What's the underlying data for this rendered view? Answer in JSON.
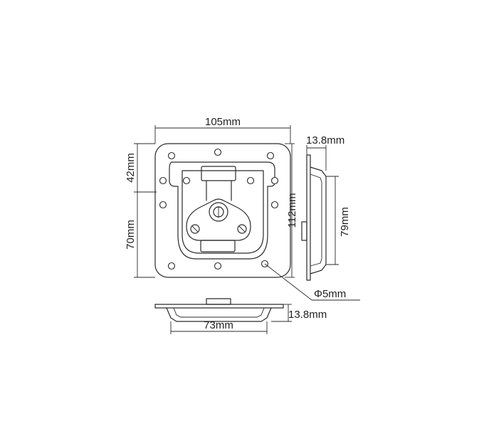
{
  "dimensions": {
    "width_top": "105mm",
    "upper_height": "42mm",
    "lower_height": "70mm",
    "total_height": "112mm",
    "side_depth": "13.8mm",
    "side_inner_height": "79mm",
    "hole_diameter": "Φ5mm",
    "bottom_depth": "13.8mm",
    "bottom_width": "73mm"
  },
  "colors": {
    "line": "#2a2a2a",
    "background": "#ffffff"
  }
}
